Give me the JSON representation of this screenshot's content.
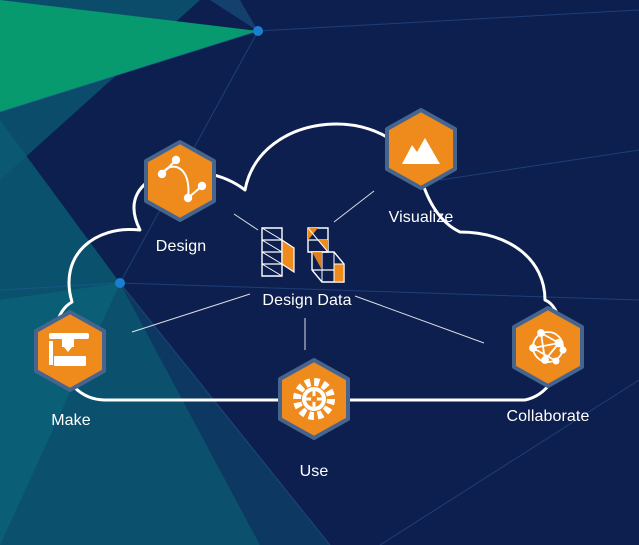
{
  "colors": {
    "background": "#0d1f4f",
    "teal": "#0b5f72",
    "green": "#069a6e",
    "hex_fill": "#ef8a1c",
    "hex_border": "#45658f",
    "cloud_stroke": "#ffffff",
    "node_dot": "#1a7fd0"
  },
  "center": {
    "label": "Design Data",
    "icon": "design-data-logo-icon"
  },
  "nodes": [
    {
      "id": "design",
      "label": "Design",
      "icon": "bezier-curve-icon"
    },
    {
      "id": "visualize",
      "label": "Visualize",
      "icon": "mountain-icon"
    },
    {
      "id": "make",
      "label": "Make",
      "icon": "3d-printer-icon"
    },
    {
      "id": "use",
      "label": "Use",
      "icon": "gear-icon"
    },
    {
      "id": "collaborate",
      "label": "Collaborate",
      "icon": "network-icon"
    }
  ]
}
